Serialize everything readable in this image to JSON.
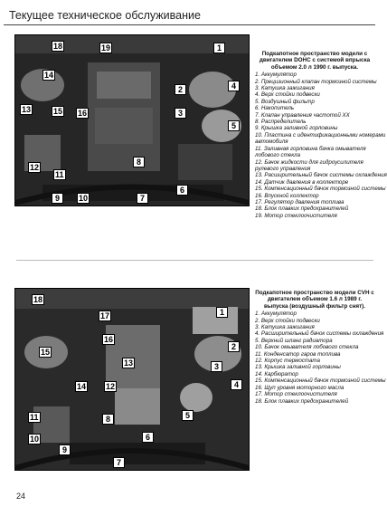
{
  "header": {
    "title": "Текущее техническое обслуживание"
  },
  "figure1": {
    "callouts": [
      "18",
      "19",
      "1",
      "14",
      "2",
      "4",
      "13",
      "15",
      "16",
      "3",
      "5",
      "12",
      "11",
      "8",
      "6",
      "9",
      "10",
      "7"
    ],
    "caption_title": "Подкапотное пространство модели с двигателем DOHC с системой впрыска объемом 2.0 л 1990 г. выпуска.",
    "items": [
      "1. Аккумулятор",
      "2. Прецизионный клапан тормозной системы",
      "3. Катушка зажигания",
      "4. Верх стойки подвески",
      "5. Воздушный фильтр",
      "6. Накопитель",
      "7. Клапан управления частотой ХХ",
      "8. Распределитель",
      "9. Крышка заливной горловины",
      "10. Пластина с идентификационными номерами",
      "    автомобиля",
      "11. Заливная горловина бачка омывателя",
      "    лобового стекла",
      "12. Бачок жидкости для гидроусилителя",
      "    рулевого управления",
      "13. Расширительный бачок системы охлаждения",
      "14. Датчик давления в коллекторе",
      "15. Компенсационный бачок тормозной системы",
      "16. Впускной коллектор",
      "17. Регулятор давления топлива",
      "18. Блок плавких предохранителей",
      "19. Мотор стеклоочистителя"
    ]
  },
  "figure2": {
    "callouts": [
      "18",
      "17",
      "1",
      "16",
      "15",
      "2",
      "3",
      "13",
      "4",
      "14",
      "12",
      "11",
      "8",
      "6",
      "5",
      "10",
      "9",
      "7"
    ],
    "caption_title": "Подкапотное пространство модели CVH с двигателем объемом 1.6 л 1989 г. выпуска (воздушный фильтр снят).",
    "items": [
      "1. Аккумулятор",
      "2. Верх стойки подвески",
      "3. Катушка зажигания",
      "4. Расширительный бачок системы охлаждения",
      "5. Верхний шланг радиатора",
      "10. Бачок омывателя лобового стекла",
      "11. Конденсатор гаров топлива",
      "12. Корпус термостата",
      "13. Крышка заливной горловины",
      "14. Карбюратор",
      "15. Компенсационный бачок тормозной системы",
      "16. Щуп уровня моторного масла",
      "17. Мотор стеклоочистителя",
      "18. Блок плавких предохранителей"
    ]
  },
  "footer": {
    "page_number": "24"
  }
}
